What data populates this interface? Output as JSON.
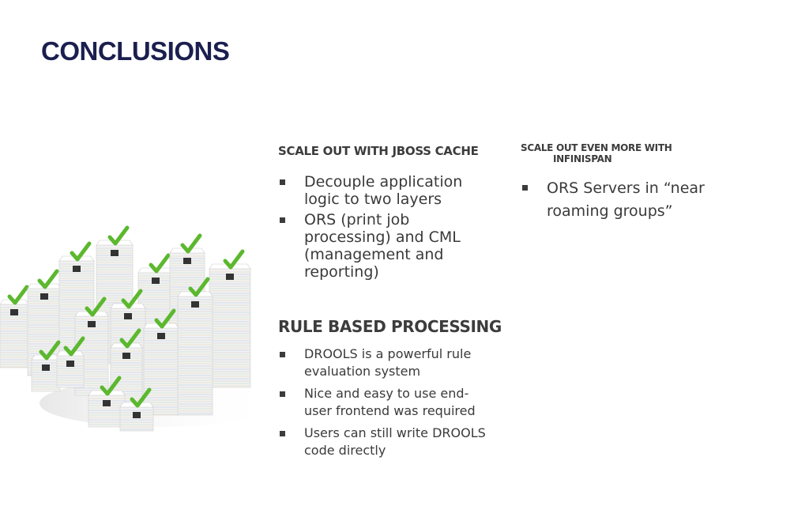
{
  "slide": {
    "title": "CONCLUSIONS",
    "col1": {
      "heading": "SCALE OUT WITH JBOSS CACHE",
      "bullets": [
        "Decouple application logic to two layers",
        "ORS (print job processing) and CML (management and reporting)"
      ]
    },
    "col2": {
      "heading": "RULE BASED PROCESSING",
      "bullets": [
        "DROOLS is a powerful rule evaluation system",
        "Nice and easy to use end-user frontend was required",
        "Users can still write DROOLS code directly"
      ]
    },
    "col3": {
      "heading_line1": "SCALE OUT EVEN MORE WITH",
      "heading_line2": "INFINISPAN",
      "bullets": [
        "ORS Servers in “near roaming groups”"
      ]
    },
    "colors": {
      "title": "#1b1f4f",
      "text": "#3c3c3c",
      "check": "#5cb82e"
    },
    "illustration": {
      "icon": "paper-stacks-with-checkmarks"
    }
  }
}
